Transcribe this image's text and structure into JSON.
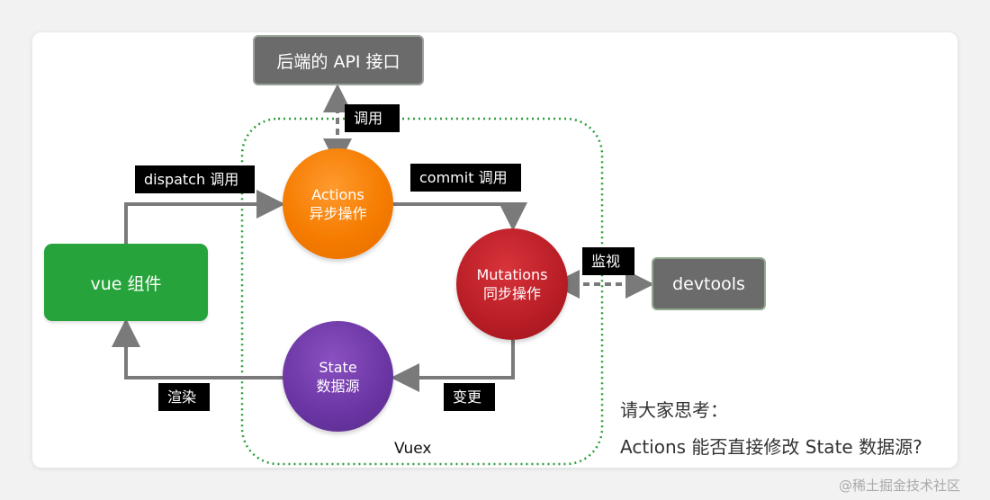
{
  "nodes": {
    "api": "后端的 API 接口",
    "vue_component": "vue 组件",
    "devtools": "devtools",
    "actions": {
      "line1": "Actions",
      "line2": "异步操作"
    },
    "mutations": {
      "line1": "Mutations",
      "line2": "同步操作"
    },
    "state": {
      "line1": "State",
      "line2": "数据源"
    }
  },
  "edge_labels": {
    "dispatch": "dispatch 调用",
    "call": "调用",
    "commit": "commit 调用",
    "watch": "监视",
    "change": "变更",
    "render": "渲染"
  },
  "group_label": "Vuex",
  "question": {
    "line1": "请大家思考：",
    "line2": "Actions 能否直接修改 State 数据源?"
  },
  "watermark": "@稀土掘金技术社区",
  "colors": {
    "actions": "#f57c00",
    "mutations": "#b81d25",
    "state": "#6a35a3",
    "vue_component": "#26a33a",
    "gray_box": "#6b6b6b",
    "arrow": "#7a7a7a",
    "vuex_border": "#2e9e3a"
  }
}
